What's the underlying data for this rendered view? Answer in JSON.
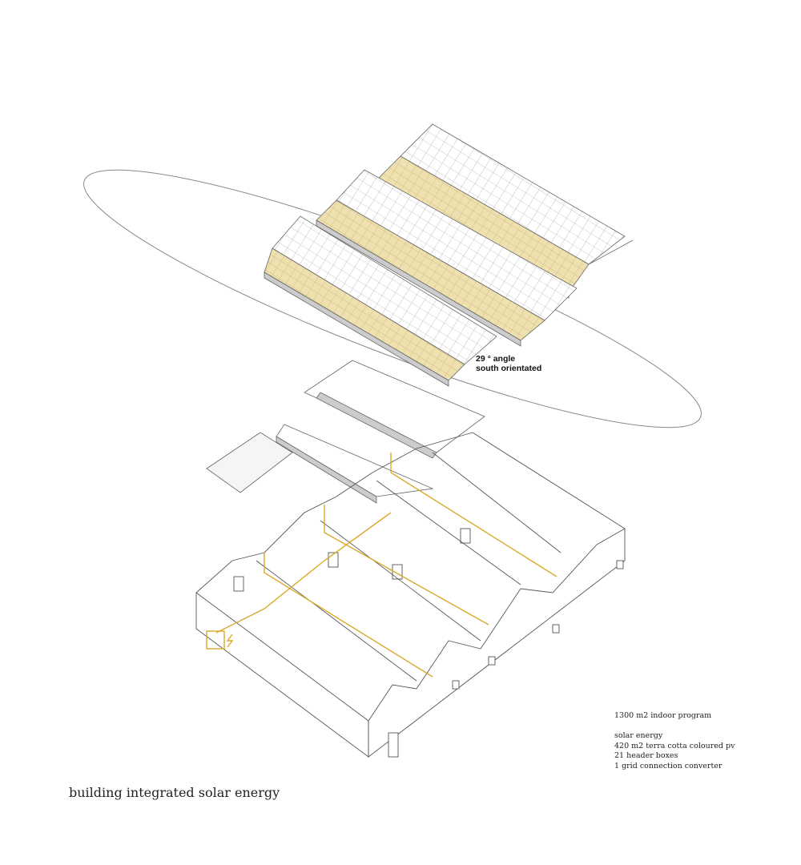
{
  "caption": "building integrated solar energy",
  "angle_label": {
    "line1": "29 ° angle",
    "line2": "south orientated"
  },
  "notes": {
    "program": "1300 m2 indoor program",
    "heading": "solar energy",
    "items": [
      "420 m2 terra cotta coloured pv",
      "21 header boxes",
      "1 grid connection converter"
    ]
  },
  "colors": {
    "pv": "#e8d49a",
    "wiring": "#d9a92a",
    "line": "#555555"
  }
}
